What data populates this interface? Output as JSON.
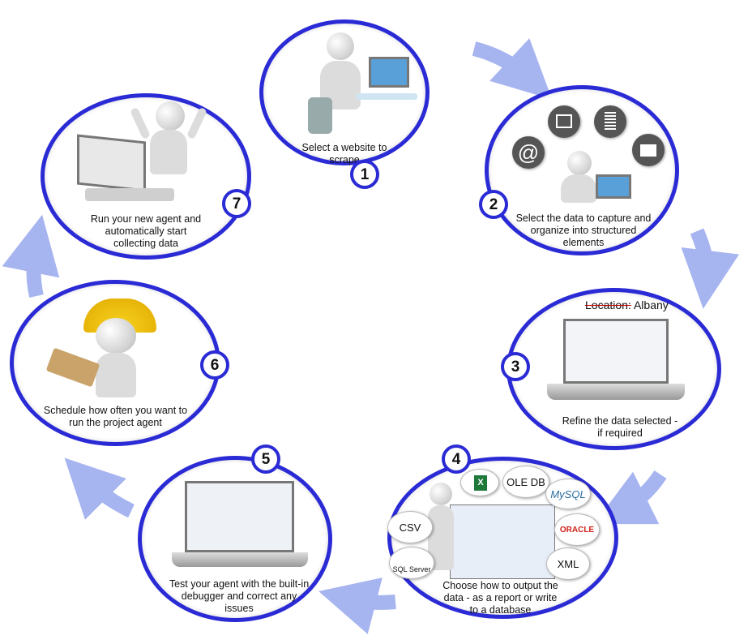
{
  "steps": [
    {
      "num": "1",
      "caption": "Select a website to scrape"
    },
    {
      "num": "2",
      "caption_lines": [
        "Select the data to capture and",
        "organize into structured",
        "elements"
      ]
    },
    {
      "num": "3",
      "caption_lines": [
        "Refine the data selected -",
        "if required"
      ],
      "location_strike": "Location:",
      "location_value": "Albany"
    },
    {
      "num": "4",
      "caption_lines": [
        "Choose how to output the",
        "data - as a report or write",
        "to a database"
      ],
      "formats": {
        "ole": "OLE DB",
        "csv": "CSV",
        "xml": "XML",
        "mysql": "MySQL",
        "oracle": "ORACLE",
        "sql": "SQL Server"
      }
    },
    {
      "num": "5",
      "caption_lines": [
        "Test your agent with the built-in",
        "debugger and correct any",
        "issues"
      ]
    },
    {
      "num": "6",
      "caption_lines": [
        "Schedule how often you want to",
        "run the project agent"
      ]
    },
    {
      "num": "7",
      "caption_lines": [
        "Run your new agent and",
        "automatically start",
        "collecting data"
      ]
    }
  ],
  "colors": {
    "ring": "#2b2bd6",
    "arrow": "#a6b4f0",
    "excel": "#1f7a3a",
    "oracle": "#d0201a"
  }
}
